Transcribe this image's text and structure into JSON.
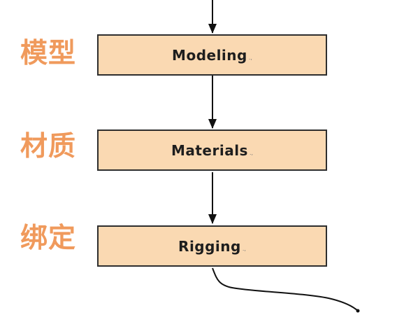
{
  "colors": {
    "box_fill": "#fad9b2",
    "box_border": "#2e2e2e",
    "chinese_label": "#f09a5c",
    "arrow": "#111111"
  },
  "stages": [
    {
      "chinese": "模型",
      "english": "Modeling",
      "mark": ".,"
    },
    {
      "chinese": "材质",
      "english": "Materials",
      "mark": ".,"
    },
    {
      "chinese": "绑定",
      "english": "Rigging",
      "mark": ".,"
    }
  ]
}
